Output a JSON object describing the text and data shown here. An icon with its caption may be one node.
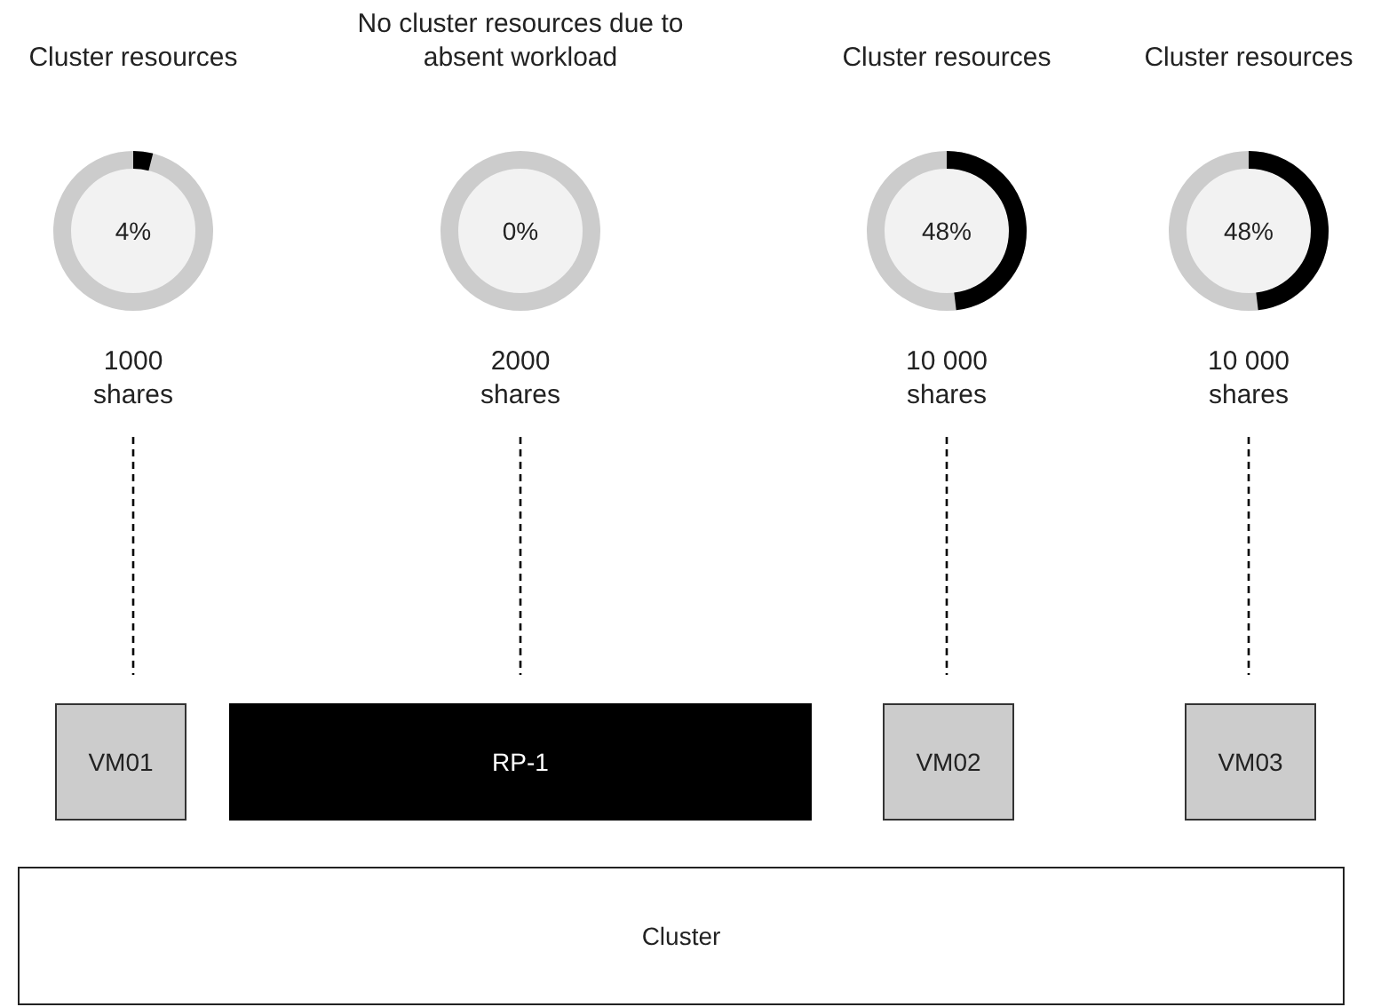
{
  "diagram": {
    "nodes": [
      {
        "text": [
          "4%"
        ],
        "beside": [
          "Cluster resources",
          "1000 shares"
        ]
      },
      {
        "text": [
          "0%"
        ],
        "beside": [
          "No cluster resources due to absent workload",
          "2000 shares"
        ]
      },
      {
        "text": [
          "48%"
        ],
        "beside": [
          "Cluster resources",
          "10 000 shares"
        ]
      },
      {
        "text": [
          "48%"
        ],
        "beside": [
          "Cluster resources",
          "10 000 shares"
        ]
      },
      {
        "text": [
          "VM01"
        ]
      },
      {
        "text": [
          "RP-1"
        ]
      },
      {
        "text": [
          "VM02"
        ]
      },
      {
        "text": [
          "VM03"
        ]
      },
      {
        "text": [
          "Cluster"
        ]
      }
    ],
    "edges": [
      {
        "from": 0,
        "to": 4,
        "arrow": "none",
        "style": "dashed"
      },
      {
        "from": 1,
        "to": 5,
        "arrow": "none",
        "style": "dashed"
      },
      {
        "from": 2,
        "to": 6,
        "arrow": "none",
        "style": "dashed"
      },
      {
        "from": 3,
        "to": 7,
        "arrow": "none",
        "style": "dashed"
      }
    ]
  }
}
